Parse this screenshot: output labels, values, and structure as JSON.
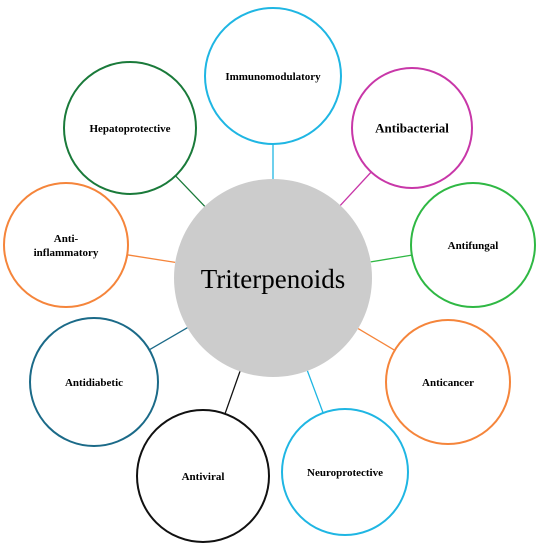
{
  "diagram": {
    "center": {
      "label": "Triterpenoids",
      "fill_color": "#cccccc"
    },
    "nodes": [
      {
        "id": "immunomodulatory",
        "lines": [
          "Immunomodulatory"
        ],
        "color": "#1fb6e3"
      },
      {
        "id": "antibacterial",
        "lines": [
          "Antibacterial"
        ],
        "color": "#c837a8"
      },
      {
        "id": "antifungal",
        "lines": [
          "Antifungal"
        ],
        "color": "#2fb844"
      },
      {
        "id": "anticancer",
        "lines": [
          "Anticancer"
        ],
        "color": "#f5853b"
      },
      {
        "id": "neuroprotective",
        "lines": [
          "Neuroprotective"
        ],
        "color": "#1fb6e3"
      },
      {
        "id": "antiviral",
        "lines": [
          "Antiviral"
        ],
        "color": "#111111"
      },
      {
        "id": "antidiabetic",
        "lines": [
          "Antidiabetic"
        ],
        "color": "#1b6a88"
      },
      {
        "id": "anti-inflammatory",
        "lines": [
          "Anti-",
          "inflammatory"
        ],
        "color": "#f5853b"
      },
      {
        "id": "hepatoprotective",
        "lines": [
          "Hepatoprotective"
        ],
        "color": "#1a7a3a"
      }
    ]
  }
}
